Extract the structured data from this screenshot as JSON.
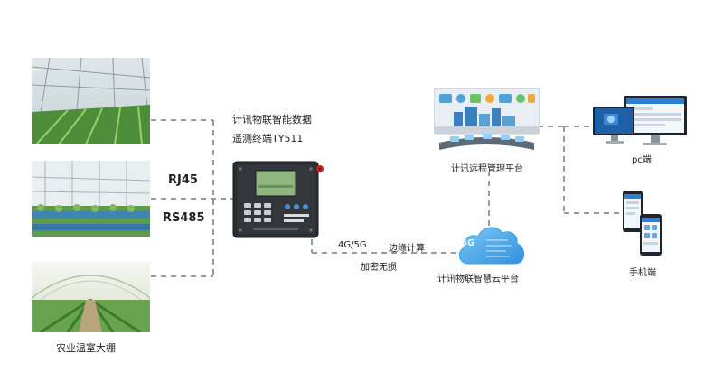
{
  "labels": {
    "greenhouse": "农业温室大棚",
    "rj45": "RJ45",
    "rs485": "RS485",
    "device_title_line1": "计讯物联智能数据",
    "device_title_line2": "遥测终端TY511",
    "network": "4G/5G",
    "edge": "边缘计算",
    "encrypt": "加密无损",
    "cloud": "计讯物联智慧云平台",
    "remote_platform": "计讯远程管理平台",
    "pc": "pc端",
    "mobile": "手机端",
    "cloud_badge": "5G"
  },
  "colors": {
    "connector_line": "#9a9a9a",
    "cloud_blue": "#3aa3e8",
    "device_body": "#2a2d31",
    "screen_green": "#8fb67f",
    "accent_red": "#d42020"
  }
}
